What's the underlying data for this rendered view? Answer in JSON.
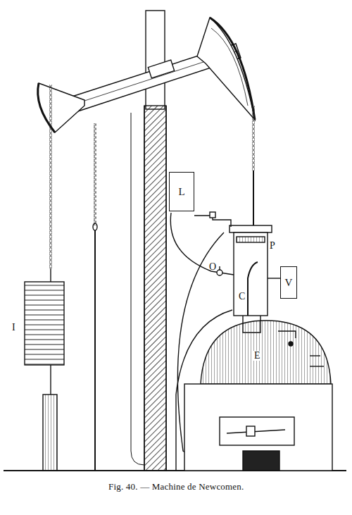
{
  "diagram": {
    "caption": "Fig. 40. — Machine de Newcomen.",
    "nodes": [
      {
        "text": [
          "L"
        ]
      },
      {
        "text": [
          "V"
        ]
      }
    ],
    "labels": [
      "I",
      "P",
      "C",
      "O",
      "E"
    ]
  }
}
